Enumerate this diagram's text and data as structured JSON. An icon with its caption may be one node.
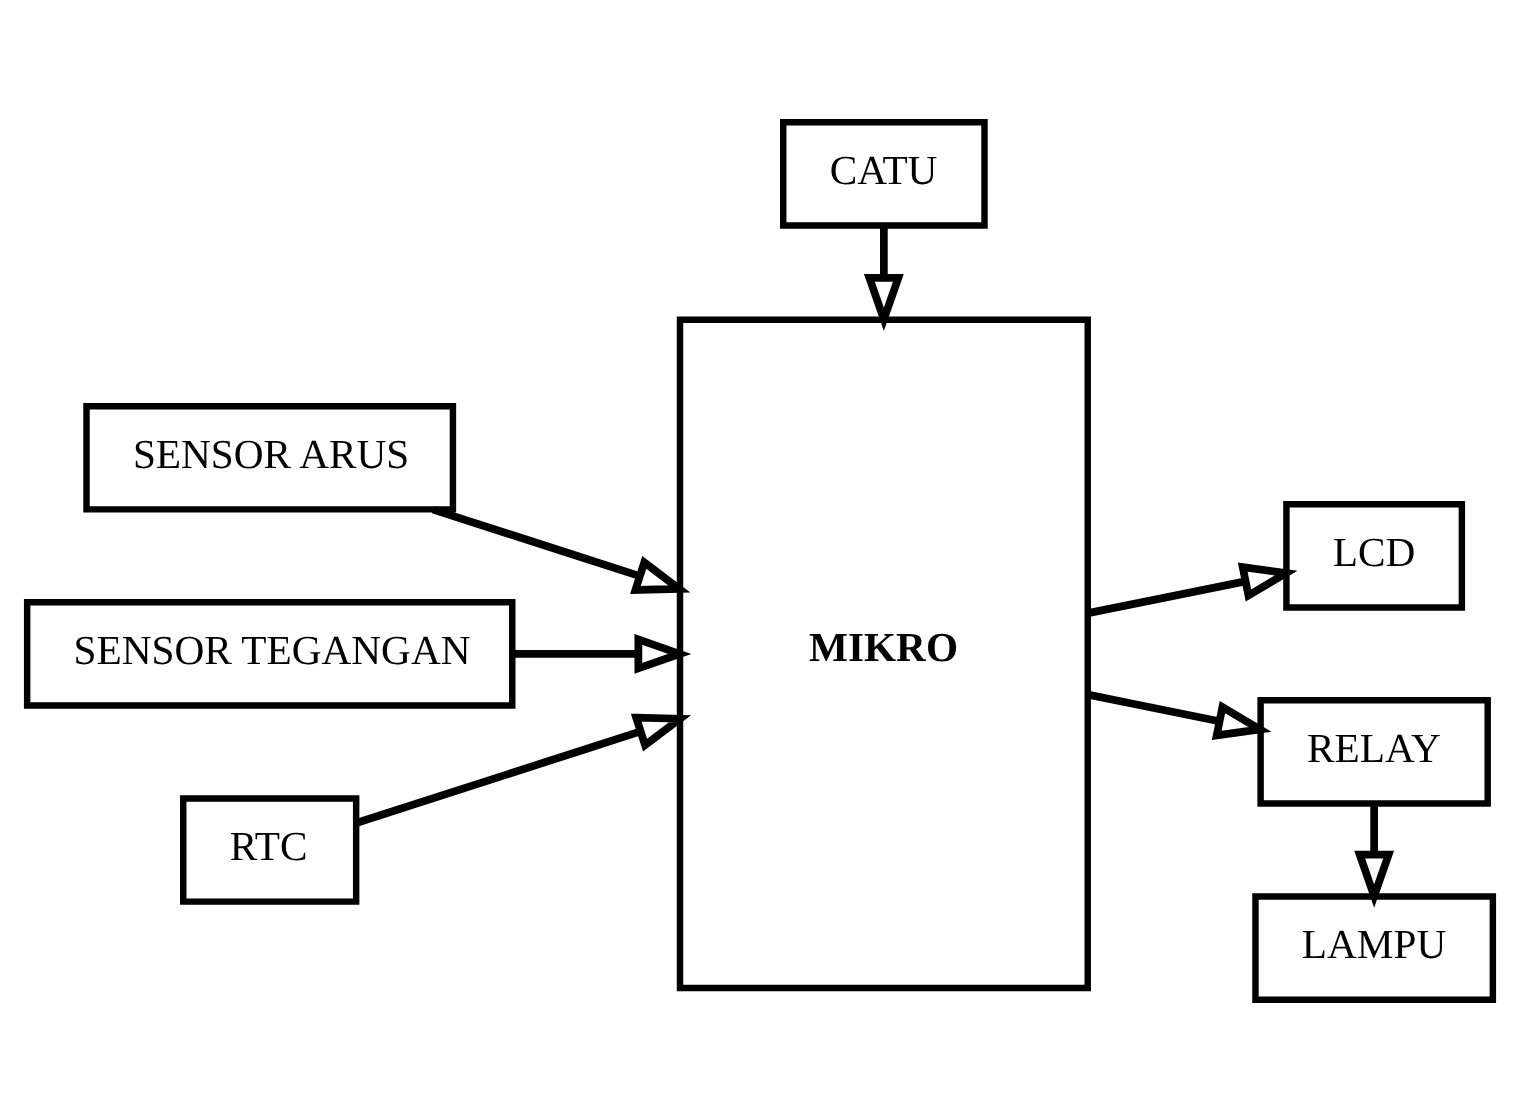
{
  "diagram": {
    "nodes": [
      {
        "text": [
          "CATU"
        ]
      },
      {
        "text": [
          "SENSOR ARUS"
        ]
      },
      {
        "text": [
          "SENSOR TEGANGAN"
        ]
      },
      {
        "text": [
          "RTC"
        ]
      },
      {
        "text": [
          "MIKRO"
        ]
      },
      {
        "text": [
          "LCD"
        ]
      },
      {
        "text": [
          "RELAY"
        ]
      },
      {
        "text": [
          "LAMPU"
        ]
      }
    ],
    "edges": [
      {
        "from": 0,
        "to": 4,
        "arrow": "to"
      },
      {
        "from": 1,
        "to": 4,
        "arrow": "to"
      },
      {
        "from": 2,
        "to": 4,
        "arrow": "to"
      },
      {
        "from": 3,
        "to": 4,
        "arrow": "to"
      },
      {
        "from": 4,
        "to": 5,
        "arrow": "to"
      },
      {
        "from": 4,
        "to": 6,
        "arrow": "to"
      },
      {
        "from": 6,
        "to": 7,
        "arrow": "to"
      }
    ]
  }
}
